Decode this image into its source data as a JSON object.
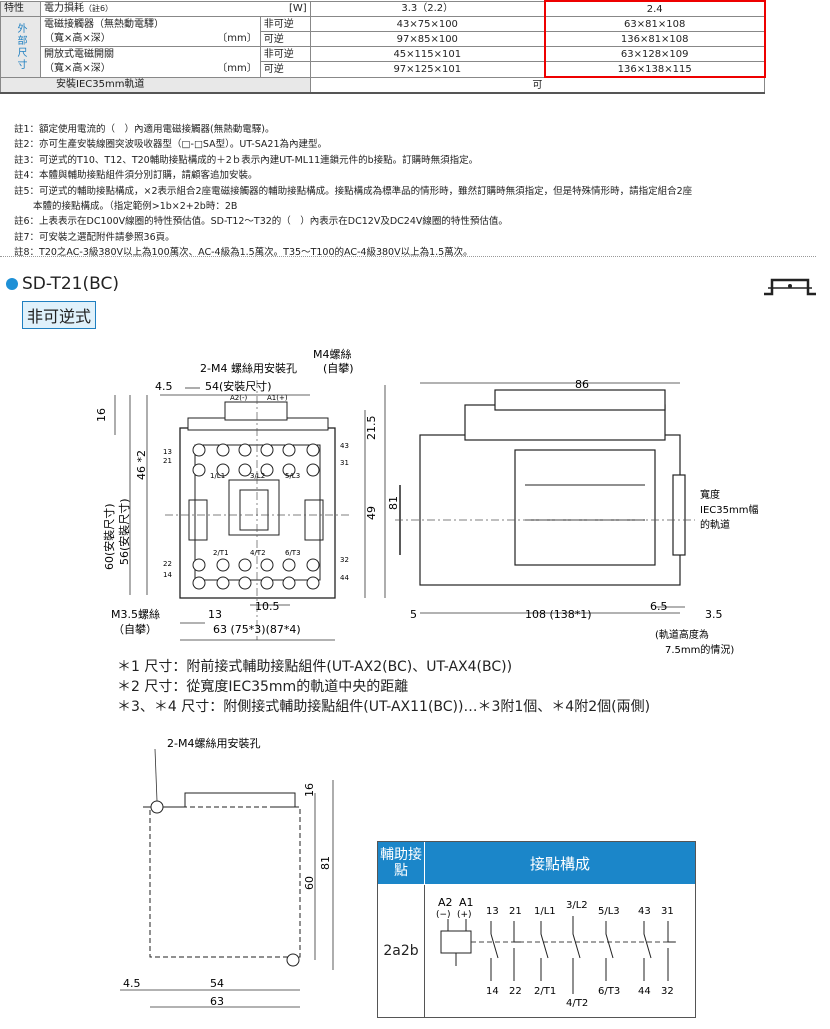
{
  "spec_table": {
    "power_row": {
      "label": "特性",
      "sub": "電力損耗",
      "note": "（註6）",
      "unit": "[W]",
      "val1": "3.3（2.2）",
      "val2": "2.4"
    },
    "dim_label": "外部尺寸",
    "mc_label1": "電磁接觸器（無熱動電驛）",
    "mc_label2": "（寬×高×深）",
    "mm": "〔mm〕",
    "irrev": "非可逆",
    "rev": "可逆",
    "ms_label1": "開放式電磁開關",
    "ms_label2": "（寬×高×深）",
    "rows": [
      {
        "v1": "43×75×100",
        "v2": "63×81×108"
      },
      {
        "v1": "97×85×100",
        "v2": "136×81×108"
      },
      {
        "v1": "45×115×101",
        "v2": "63×128×109"
      },
      {
        "v1": "97×125×101",
        "v2": "136×138×115"
      }
    ],
    "rail_label": "安裝IEC35mm軌道",
    "rail_value": "可"
  },
  "notes": [
    "註1：額定使用電流的（　）內適用電磁接觸器(無熱動電驛)。",
    "註2：亦可生產安裝線圈突波吸收器型（□-□SA型）。UT-SA21為內建型。",
    "註3：可逆式的T10、T12、T20輔助接點構成的＋2ｂ表示內建UT-ML11連鎖元件的b接點。訂購時無須指定。",
    "註4：本體與輔助接點組件須分別訂購，請顧客追加安裝。",
    "註5：可逆式的輔助接點構成，×2表示組合2座電磁接觸器的輔助接點構成。接點構成為標準品的情形時，雖然訂購時無須指定，但是特殊情形時，請指定組合2座",
    "　　本體的接點構成。（指定範例>1b×2+2b時：2B",
    "註6：上表表示在DC100V線圈的特性預估值。SD-T12～T32的（　）內表示在DC12V及DC24V線圈的特性預估值。",
    "註7：可安裝之選配附件請參照36頁。",
    "註8：T20之AC-3級380V以上為100萬次、AC-4級為1.5萬次。T35～T100的AC-4級380V以上為1.5萬次。"
  ],
  "section": {
    "title": "SD-T21(BC)",
    "badge": "非可逆式"
  },
  "drawing": {
    "m4_screw": "M4螺絲",
    "self_lift": "(自攀)",
    "mount_hole": "2-M4 螺絲用安裝孔",
    "d_4_5": "4.5",
    "d_54": "54(安裝尺寸)",
    "a2": "A2(-)",
    "a1": "A1(+)",
    "d_86": "86",
    "d_16": "16",
    "d_21_5": "21.5",
    "d_46": "46 *2",
    "d_60": "60(安裝尺寸)",
    "d_56": "56(安裝尺寸)",
    "d_49": "49",
    "d_81": "81",
    "t_13": "13",
    "t_21": "21",
    "t_43": "43",
    "t_31": "31",
    "t_22": "22",
    "t_14": "14",
    "t_32": "32",
    "t_44": "44",
    "t_1l1": "1/L1",
    "t_3l2": "3/L2",
    "t_5l3": "5/L3",
    "t_2t1": "2/T1",
    "t_4t2": "4/T2",
    "t_6t3": "6/T3",
    "m35": "M3.5螺絲",
    "m35b": "（自攀）",
    "d_13": "13",
    "d_10_5": "10.5",
    "d_63": "63 (75*3)(87*4)",
    "d_5": "5",
    "d_108": "108 (138*1)",
    "d_6_5": "6.5",
    "d_3_5": "3.5",
    "rail_w1": "寬度",
    "rail_w2": "IEC35mm幅",
    "rail_w3": "的軌道",
    "rail_h1": "(軌道高度為",
    "rail_h2": "7.5mm的情況)"
  },
  "footnotes": [
    "＊1 尺寸：附前接式輔助接點組件(UT-AX2(BC)、UT-AX4(BC))",
    "＊2 尺寸：從寬度IEC35mm的軌道中央的距離",
    "＊3、＊4 尺寸：附側接式輔助接點組件(UT-AX11(BC))…＊3附1個、＊4附2個(兩側)"
  ],
  "mounting": {
    "label": "2-M4螺絲用安裝孔",
    "d16": "16",
    "d60": "60",
    "d81": "81",
    "d4_5": "4.5",
    "d54": "54",
    "d63": "63"
  },
  "contact_table": {
    "h1": "輔助接點",
    "h2": "接點構成",
    "config": "2a2b",
    "a2": "A2",
    "a1": "A1",
    "minus": "(−)",
    "plus": "(+)",
    "top": [
      "13",
      "21",
      "1/L1",
      "3/L2",
      "5/L3",
      "43",
      "31"
    ],
    "bottom": [
      "14",
      "22",
      "2/T1",
      "4/T2",
      "6/T3",
      "44",
      "32"
    ]
  }
}
